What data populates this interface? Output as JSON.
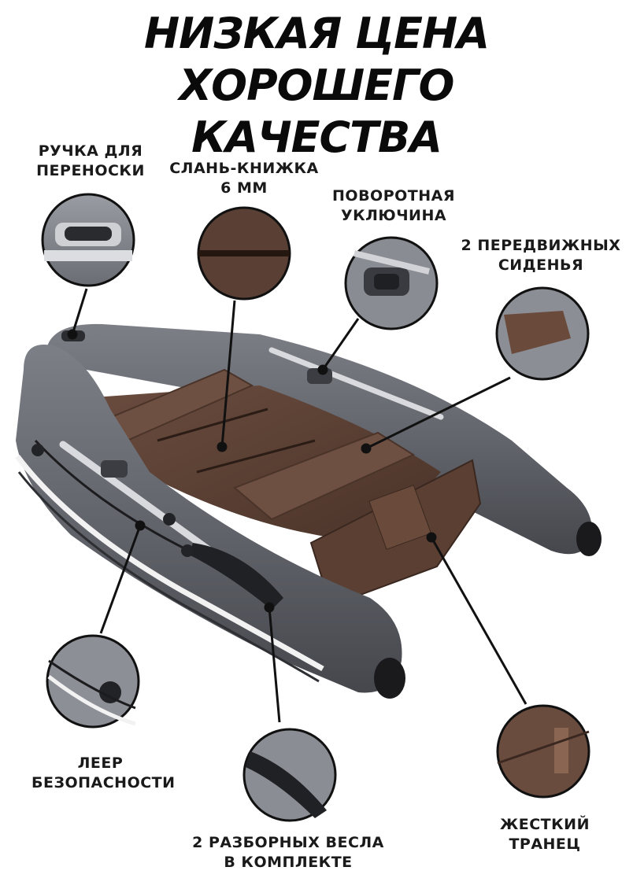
{
  "title": {
    "line1": "НИЗКАЯ ЦЕНА ХОРОШЕГО",
    "line2": "КАЧЕСТВА"
  },
  "callouts": {
    "handle": {
      "line1": "РУЧКА ДЛЯ",
      "line2": "ПЕРЕНОСКИ"
    },
    "floor": {
      "line1": "СЛАНЬ-КНИЖКА",
      "line2": "6 ММ"
    },
    "oarlock": {
      "line1": "ПОВОРОТНАЯ",
      "line2": "УКЛЮЧИНА"
    },
    "seats": {
      "line1": "2 ПЕРЕДВИЖНЫХ",
      "line2": "СИДЕНЬЯ"
    },
    "lifeline": {
      "line1": "ЛЕЕР",
      "line2": "БЕЗОПАСНОСТИ"
    },
    "oars": {
      "line1": "2 РАЗБОРНЫХ ВЕСЛА",
      "line2": "В КОМПЛЕКТЕ"
    },
    "transom": {
      "line1": "ЖЕСТКИЙ",
      "line2": "ТРАНЕЦ"
    }
  },
  "colors": {
    "boat_gray": "#5f6168",
    "boat_light": "#7a7c84",
    "wood_brown": "#5b4034",
    "stripe_white": "#f2f2f2"
  }
}
